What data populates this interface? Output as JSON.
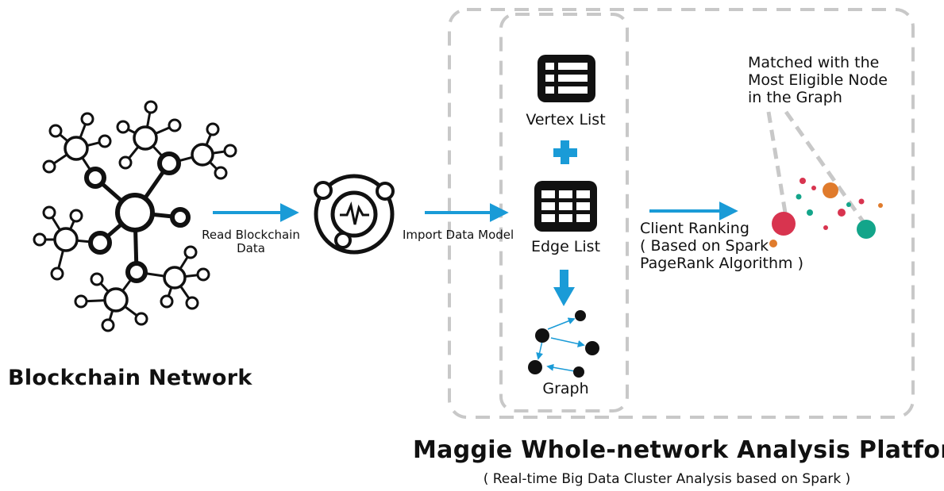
{
  "network": {
    "title": "Blockchain Network"
  },
  "steps": {
    "read": {
      "line1": "Read Blockchain",
      "line2": "Data"
    },
    "import": "Import Data Model",
    "ranking": {
      "line1": "Client Ranking",
      "line2": "( Based on Spark",
      "line3": "PageRank Algorithm )"
    }
  },
  "model": {
    "vertex_list": "Vertex List",
    "edge_list": "Edge List",
    "graph": "Graph"
  },
  "matched": {
    "line1": "Matched with the",
    "line2": "Most Eligible Node",
    "line3": "in the Graph"
  },
  "platform": {
    "title": "Maggie Whole-network Analysis Platform",
    "subtitle": "( Real-time Big Data Cluster Analysis based on Spark )"
  },
  "colors": {
    "accent": "#1a9bd7",
    "dash": "#c8c8c8",
    "crimson": "#d8344f",
    "orange": "#e07b2c",
    "teal": "#13a58a"
  }
}
